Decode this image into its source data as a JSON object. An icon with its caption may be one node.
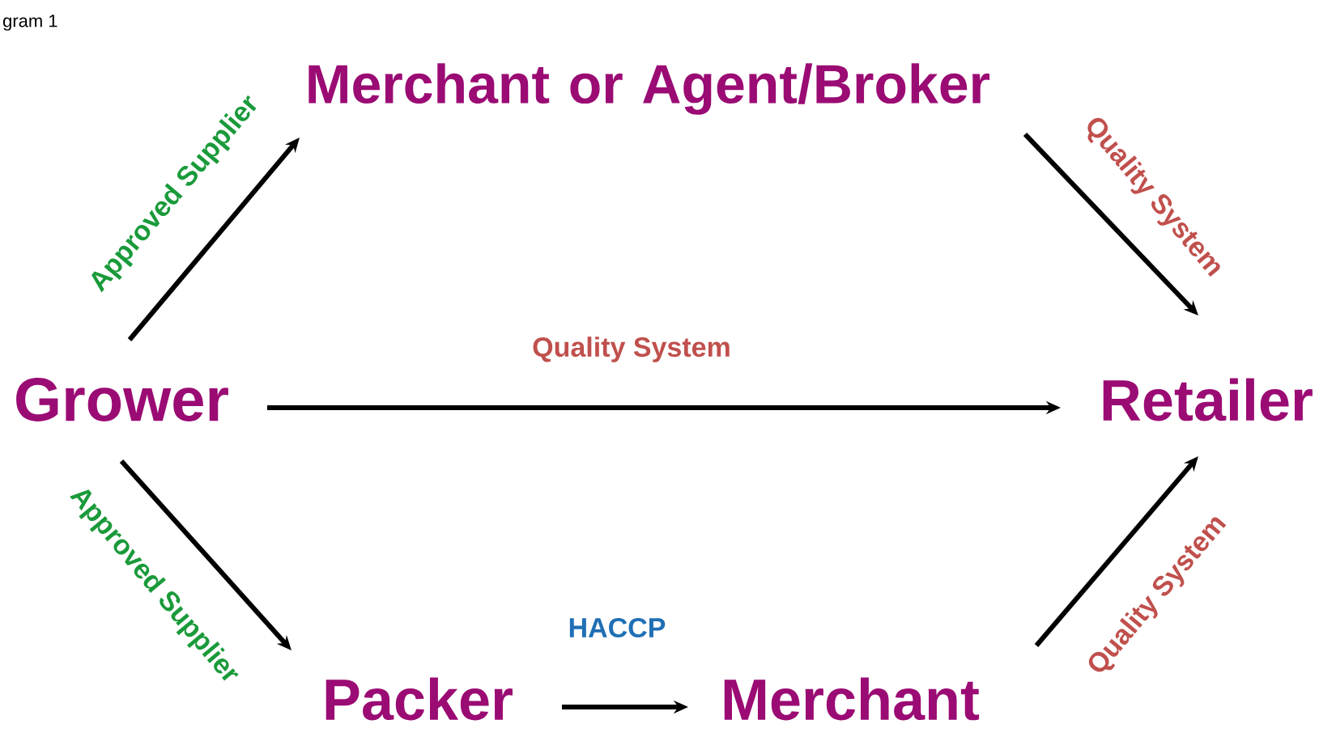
{
  "diagram": {
    "nodes": [
      {
        "text": [
          "Merchant or Agent/Broker"
        ]
      },
      {
        "text": [
          "Grower"
        ]
      },
      {
        "text": [
          "Retailer"
        ]
      },
      {
        "text": [
          "Packer"
        ]
      },
      {
        "text": [
          "Merchant"
        ]
      }
    ],
    "edges": [
      {
        "from": 1,
        "to": 0,
        "arrow": "to",
        "label": "Approved Supplier"
      },
      {
        "from": 0,
        "to": 2,
        "arrow": "to",
        "label": "Quality System"
      },
      {
        "from": 1,
        "to": 2,
        "arrow": "to",
        "label": "Quality System"
      },
      {
        "from": 1,
        "to": 3,
        "arrow": "to",
        "label": "Approved Supplier"
      },
      {
        "from": 3,
        "to": 4,
        "arrow": "to",
        "label": "HACCP"
      },
      {
        "from": 4,
        "to": 2,
        "arrow": "to",
        "label": "Quality System"
      }
    ],
    "labels": [
      "gram 1"
    ]
  }
}
